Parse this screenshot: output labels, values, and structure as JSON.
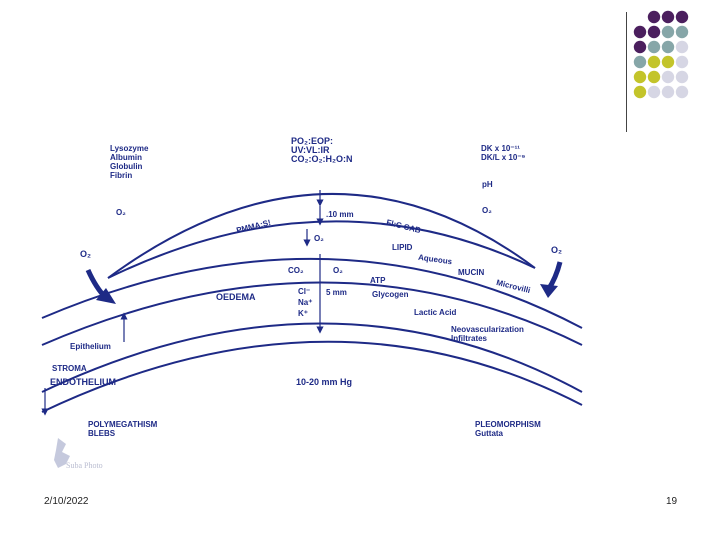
{
  "palette": {
    "purple": "#4b1f5e",
    "teal": "#86a6a8",
    "yellow": "#c3c42a",
    "lavender": "#d6d6e4",
    "ink": "#1e2a86"
  },
  "footer": {
    "date": "2/10/2022",
    "page": "19"
  },
  "watermark": "Suba Photo",
  "diagram": {
    "top_left": {
      "proteins": "Lysozyme\nAlbumin\nGlobulin\nFibrin",
      "o2": "O₂"
    },
    "top_center": {
      "gases": "PO₂:EOP:\nUV:VL:IR\nCO₂:O₂:H₂O:N"
    },
    "top_right": {
      "dk": "DK x 10⁻¹¹\nDK/L x 10⁻⁹",
      "ph": "pH",
      "o2": "O₂"
    },
    "lens": {
      "pmma": "PMMA:S!",
      "fcab": "Fl:C CAB",
      "thickness": ".10 mm",
      "o2_under": "O₂"
    },
    "tear": {
      "lipid": "LIPID",
      "aqueous": "Aqueous",
      "mucin": "MUCIN",
      "microvilli": "Microvilli"
    },
    "arrows": {
      "o2_left": "O₂",
      "o2_right": "O₂"
    },
    "epithelium": {
      "co2": "CO₂",
      "o2": "O₂",
      "atp": "ATP",
      "oedema": "OEDEMA",
      "ions": "Cl⁻\nNa⁺\nK⁺",
      "depth": "5 mm",
      "glycogen": "Glycogen",
      "lactic": "Lactic Acid",
      "neovasc": "Neovascularization\nInfiltrates",
      "epithelium_label": "Epithelium"
    },
    "bottom": {
      "stroma": "STROMA",
      "endothelium": "ENDOTHELIUM",
      "pressure": "10-20 mm Hg",
      "poly": "POLYMEGATHISM\nBLEBS",
      "pleo": "PLEOMORPHISM\nGuttata"
    }
  }
}
